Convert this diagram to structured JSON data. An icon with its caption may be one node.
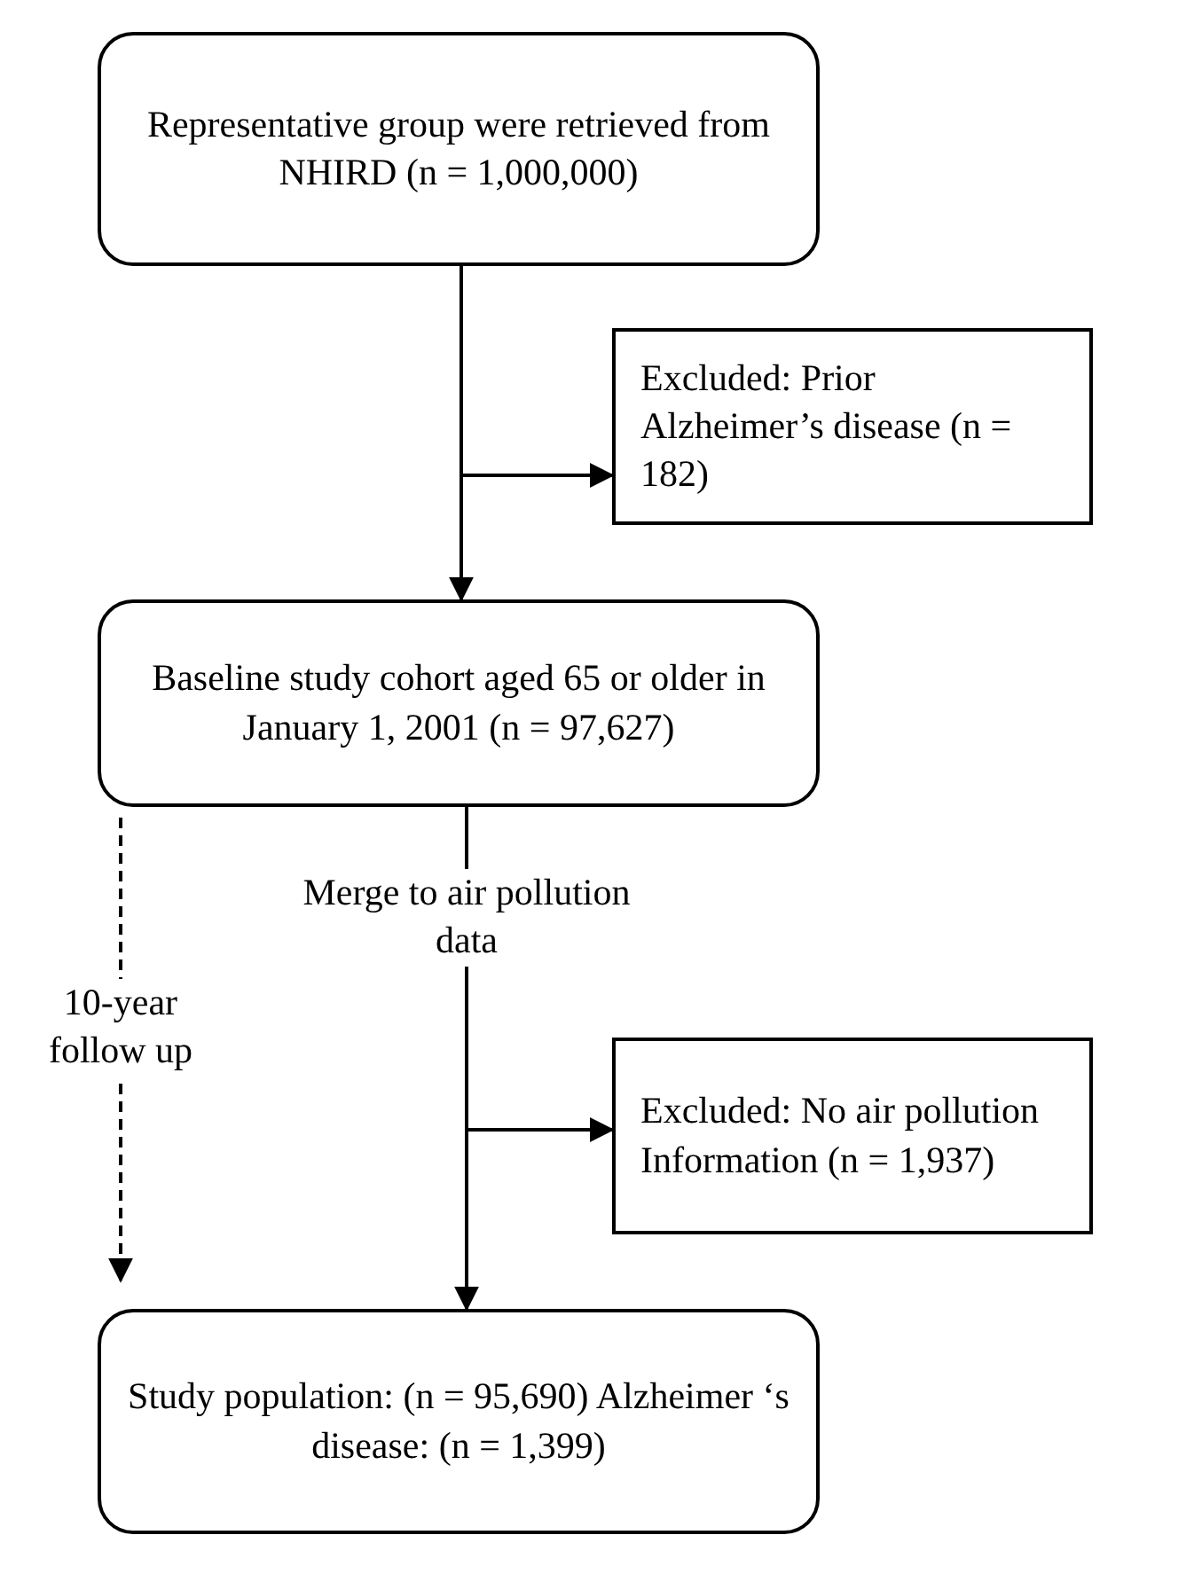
{
  "diagram": {
    "nodes": [
      {
        "text": [
          "Representative group were retrieved from NHIRD (n = 1,000,000)"
        ]
      },
      {
        "text": [
          "Excluded: Prior Alzheimer’s disease (n = 182)"
        ]
      },
      {
        "text": [
          "Baseline study cohort aged 65 or older in January 1, 2001 (n = 97,627)"
        ]
      },
      {
        "text": [
          "Excluded: No air pollution Information (n = 1,937)"
        ]
      },
      {
        "text": [
          "Study population: (n = 95,690) Alzheimer ‘s disease: (n = 1,399)"
        ]
      }
    ],
    "edges": [
      {
        "from": 0,
        "to": 2,
        "arrow": "to"
      },
      {
        "from": 0,
        "to": 1,
        "arrow": "to"
      },
      {
        "from": 2,
        "to": 4,
        "arrow": "to",
        "label": "Merge to air pollution data"
      },
      {
        "from": 2,
        "to": 3,
        "arrow": "to"
      },
      {
        "from": 2,
        "to": 4,
        "arrow": "to",
        "style": "dashed",
        "label": "10-year follow up"
      }
    ]
  }
}
